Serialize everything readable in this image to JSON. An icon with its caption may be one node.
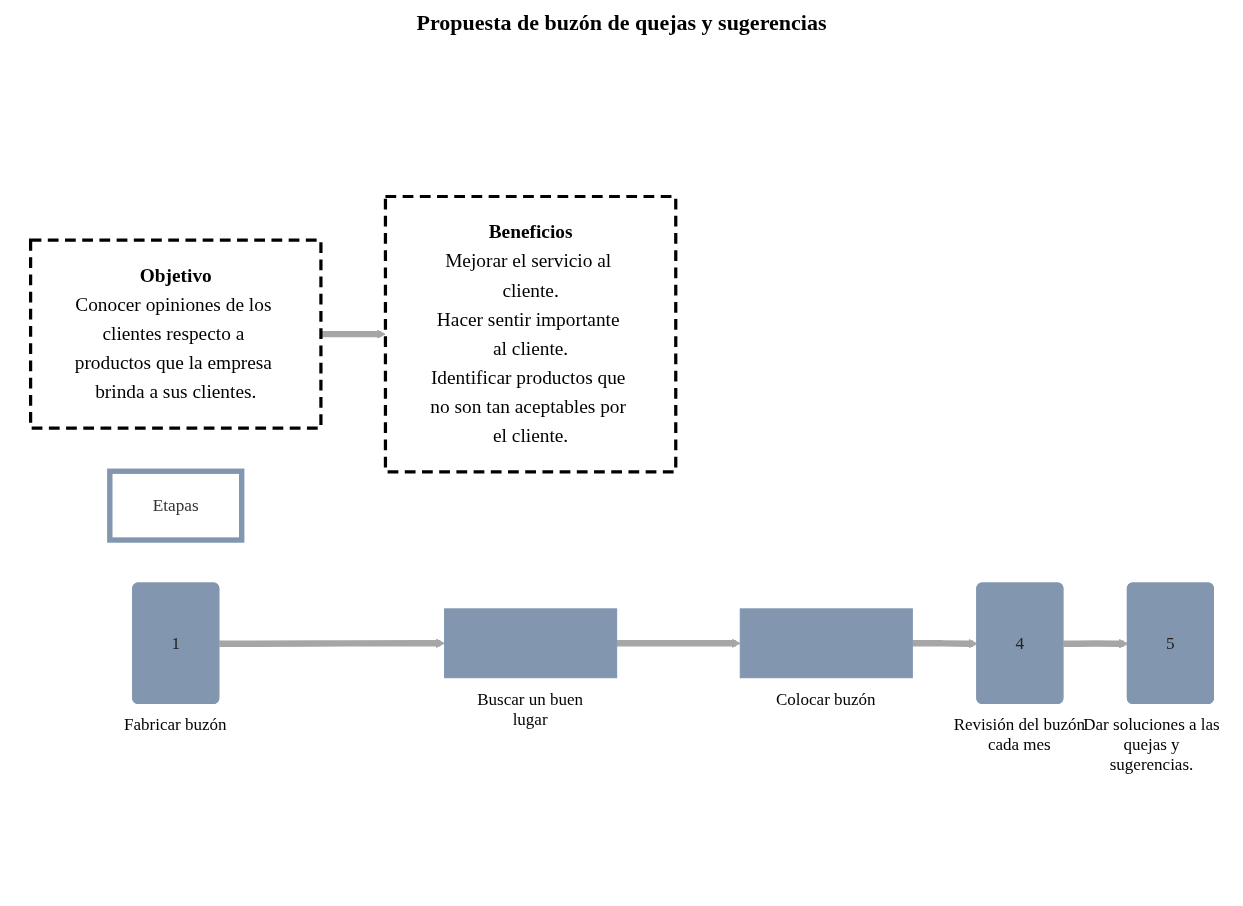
{
  "diagram": {
    "title": "Propuesta de buzón de quejas y sugerencias",
    "nodes": [
      {
        "text": [
          "Objetivo",
          "Conocer opiniones de los clientes respecto a productos que la empresa brinda a sus clientes."
        ]
      },
      {
        "text": [
          "Beneficios",
          "Mejorar el servicio al cliente.",
          "Hacer sentir importante al cliente.",
          "Identificar productos que no son tan aceptables por el cliente."
        ]
      },
      {
        "text": [
          "Etapas"
        ]
      },
      {
        "text": [
          "1"
        ],
        "beside": [
          "Fabricar buzón"
        ]
      },
      {
        "text": [],
        "shape": "box",
        "beside": [
          "Buscar un buen lugar"
        ]
      },
      {
        "text": [],
        "shape": "box",
        "beside": [
          "Colocar buzón"
        ]
      },
      {
        "text": [
          "4"
        ],
        "beside": [
          "Revisión del buzón cada mes"
        ]
      },
      {
        "text": [
          "5"
        ],
        "beside": [
          "Dar soluciones a las quejas y sugerencias."
        ]
      }
    ],
    "edges": [
      {
        "from": 0,
        "to": 1,
        "arrow": "to"
      },
      {
        "from": 3,
        "to": 4,
        "arrow": "to"
      },
      {
        "from": 4,
        "to": 5,
        "arrow": "to"
      },
      {
        "from": 5,
        "to": 6,
        "arrow": "to"
      },
      {
        "from": 6,
        "to": 7,
        "arrow": "to"
      }
    ]
  }
}
